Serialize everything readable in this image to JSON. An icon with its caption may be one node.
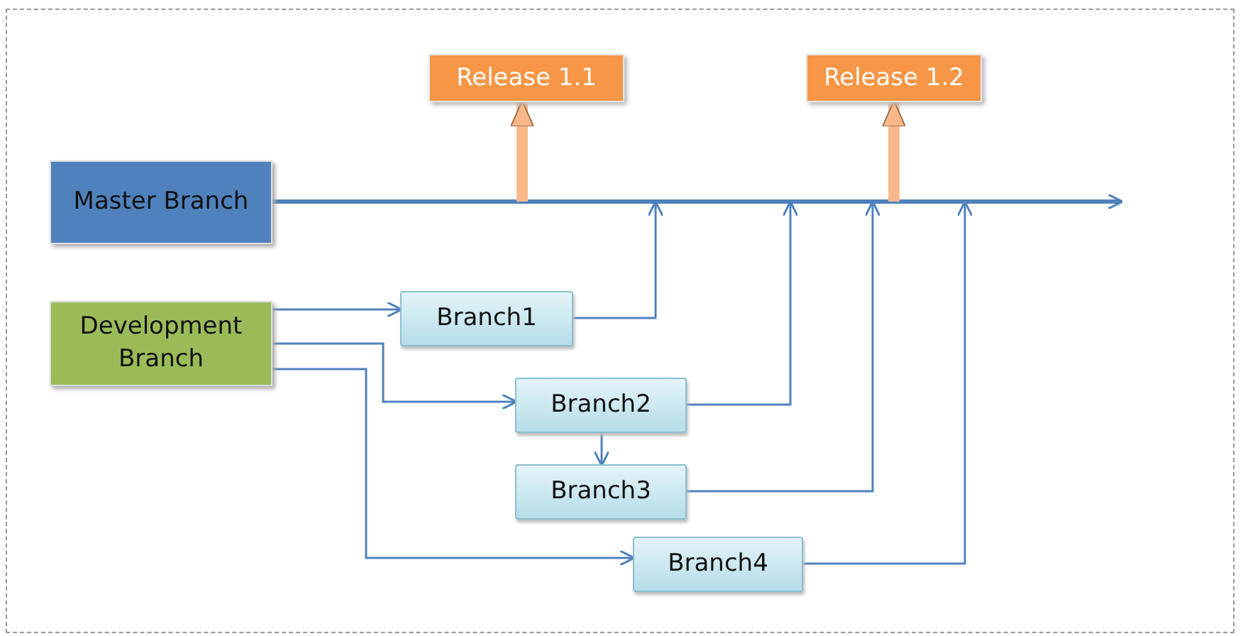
{
  "diagram": {
    "nodes": [
      {
        "text": [
          "Release 1.1"
        ]
      },
      {
        "text": [
          "Release 1.2"
        ]
      },
      {
        "text": [
          "Master Branch"
        ]
      },
      {
        "text": [
          "Development Branch"
        ]
      },
      {
        "text": [
          "Branch1"
        ]
      },
      {
        "text": [
          "Branch2"
        ]
      },
      {
        "text": [
          "Branch3"
        ]
      },
      {
        "text": [
          "Branch4"
        ]
      }
    ],
    "edges": [
      {
        "from": 2,
        "to": null,
        "arrow": "to",
        "style": "thick"
      },
      {
        "from": null,
        "to": 0,
        "arrow": "to",
        "style": "thick",
        "color": "#f9b88a"
      },
      {
        "from": null,
        "to": 1,
        "arrow": "to",
        "style": "thick",
        "color": "#f9b88a"
      },
      {
        "from": 4,
        "to": null,
        "arrow": "to"
      },
      {
        "from": 5,
        "to": null,
        "arrow": "to"
      },
      {
        "from": 6,
        "to": null,
        "arrow": "to"
      },
      {
        "from": 7,
        "to": null,
        "arrow": "to"
      },
      {
        "from": 3,
        "to": 4,
        "arrow": "to"
      },
      {
        "from": 3,
        "to": 5,
        "arrow": "to"
      },
      {
        "from": 3,
        "to": 7,
        "arrow": "to"
      },
      {
        "from": 5,
        "to": 6,
        "arrow": "to"
      }
    ]
  }
}
